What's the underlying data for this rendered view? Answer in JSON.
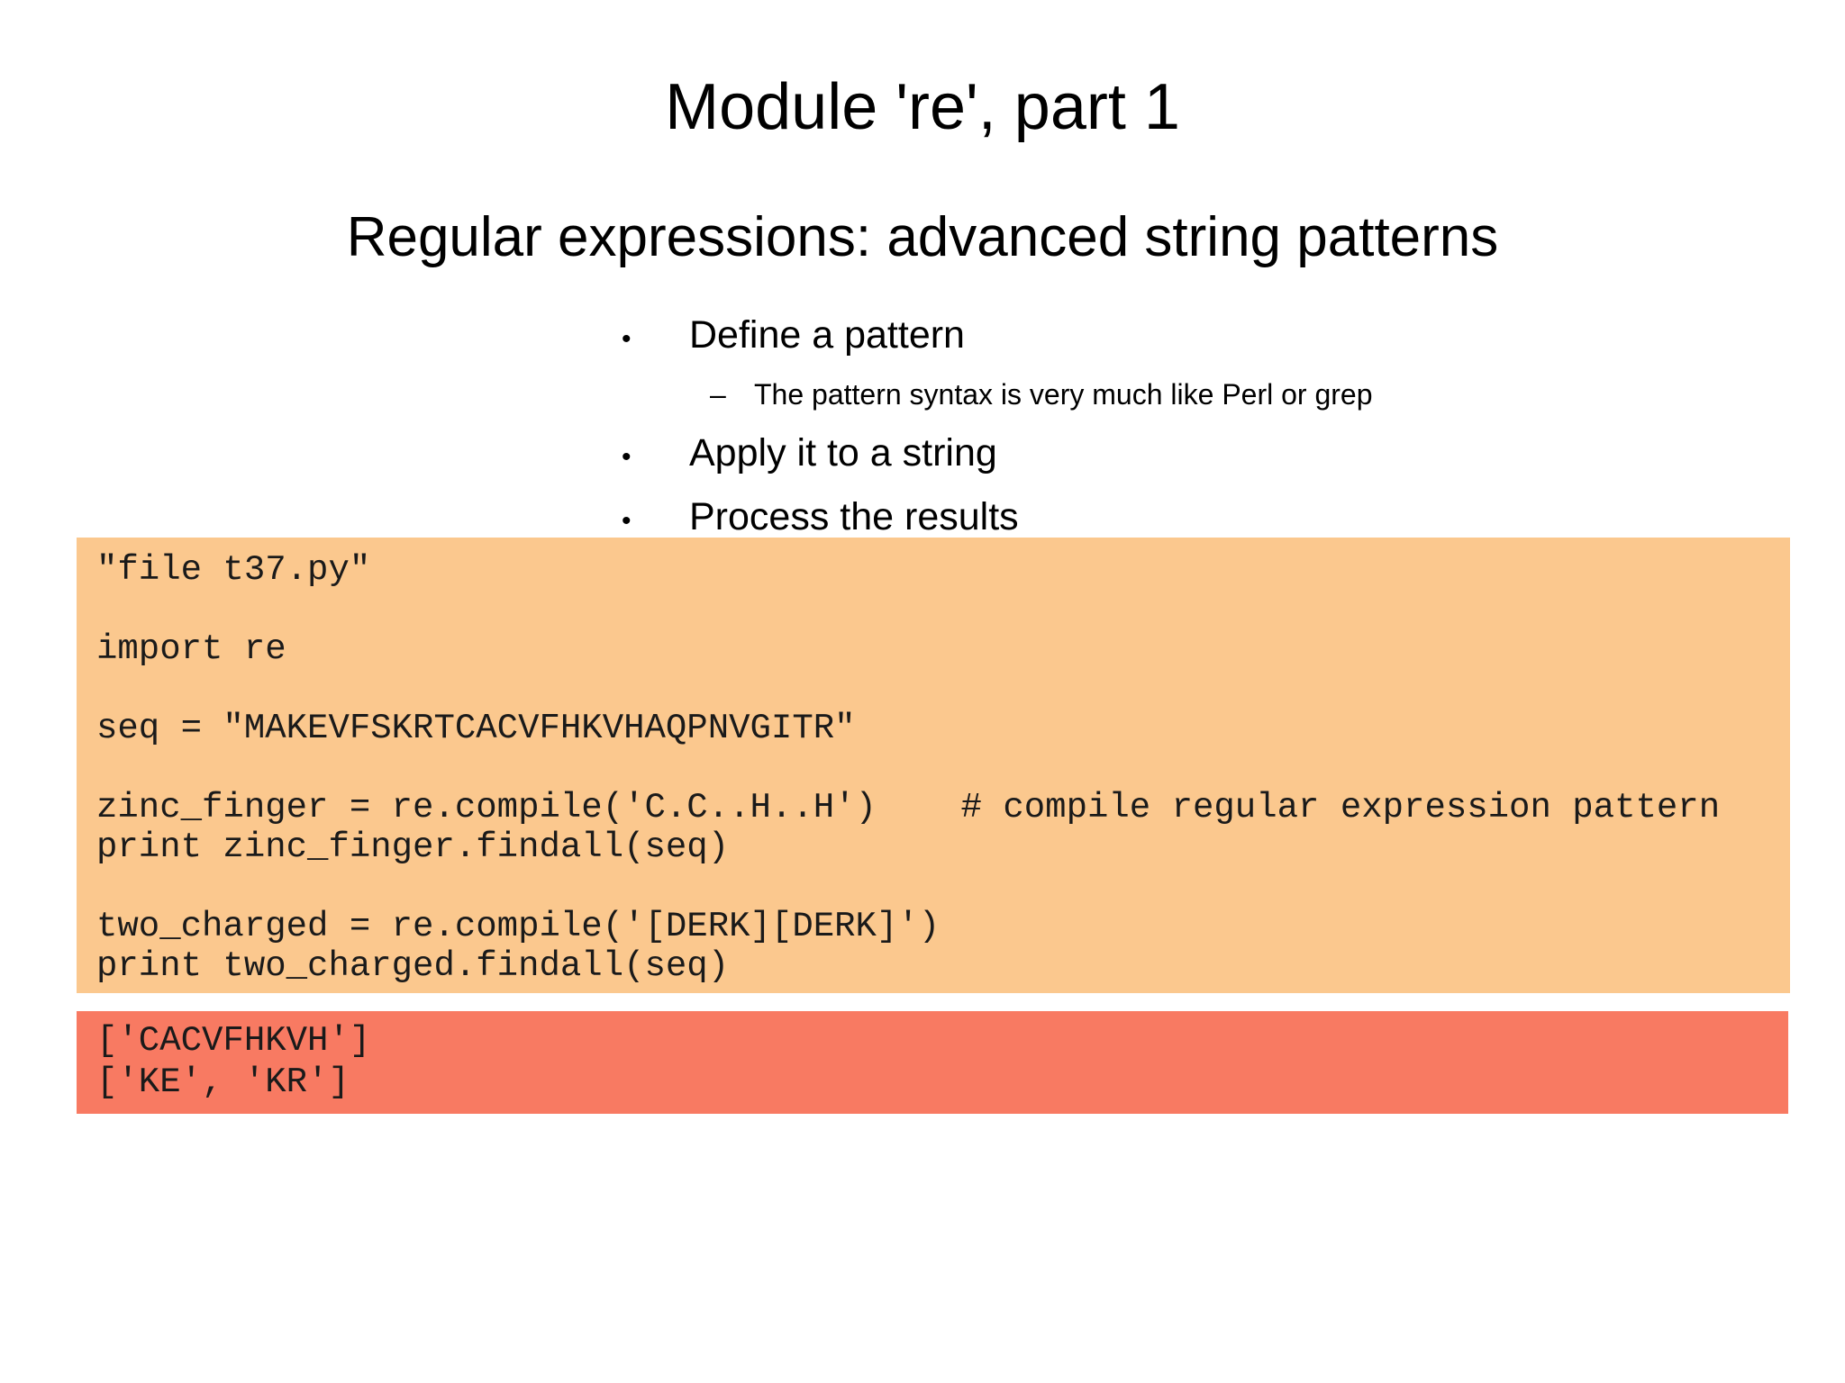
{
  "slide": {
    "title": "Module 're', part 1",
    "subtitle": "Regular expressions: advanced string patterns",
    "bullets": [
      {
        "level": 1,
        "marker": "•",
        "text": "Define a pattern"
      },
      {
        "level": 2,
        "marker": "–",
        "text": "The pattern syntax is very much like Perl or grep"
      },
      {
        "level": 1,
        "marker": "•",
        "text": "Apply it to a string"
      },
      {
        "level": 1,
        "marker": "•",
        "text": "Process the results"
      }
    ],
    "code_block": {
      "background_color": "#FBC88E",
      "text_color": "#1A1A1A",
      "lines": [
        "\"file t37.py\"",
        "",
        "import re",
        "",
        "seq = \"MAKEVFSKRTCACVFHKVHAQPNVGITR\"",
        "",
        "zinc_finger = re.compile('C.C..H..H')    # compile regular expression pattern",
        "print zinc_finger.findall(seq)",
        "",
        "two_charged = re.compile('[DERK][DERK]')",
        "print two_charged.findall(seq)"
      ]
    },
    "output_block": {
      "background_color": "#F87A62",
      "text_color": "#1A1A1A",
      "lines": [
        "['CACVFHKVH']",
        "['KE', 'KR']"
      ]
    }
  }
}
